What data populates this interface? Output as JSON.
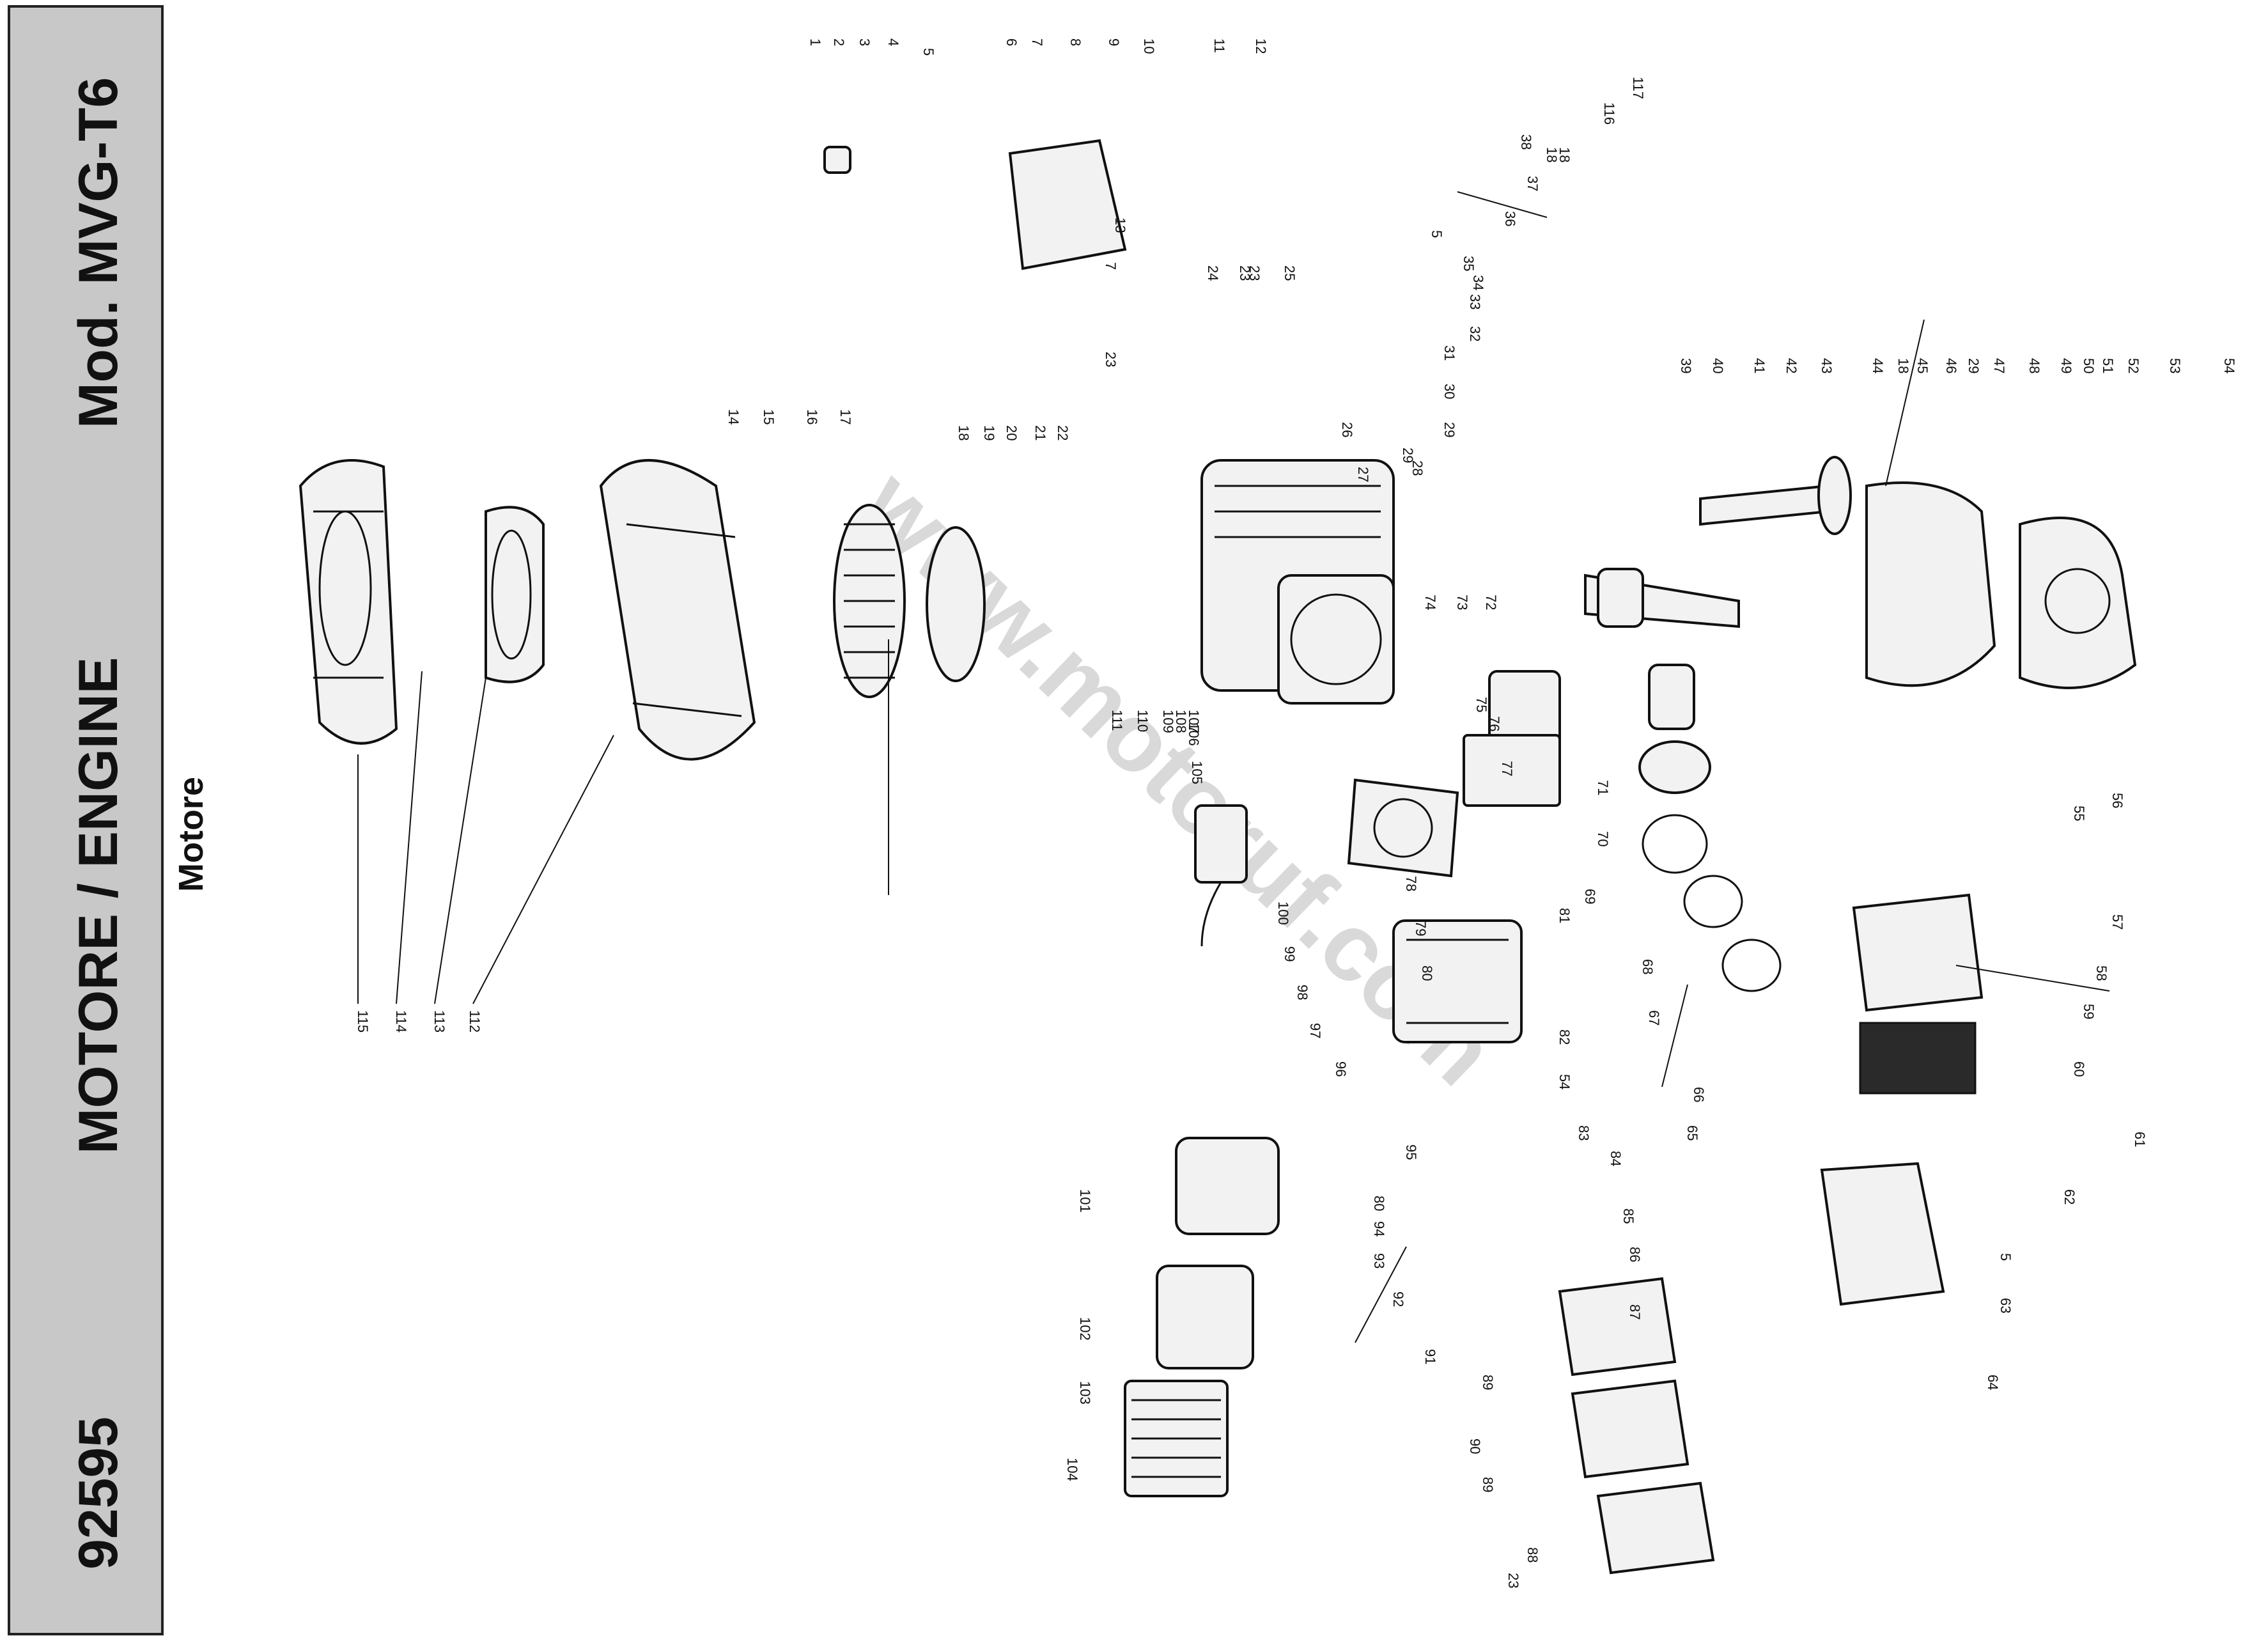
{
  "header": {
    "code": "92595",
    "title": "MOTORE / ENGINE",
    "model": "Mod. MVG-T6",
    "subtitle": "Motore"
  },
  "watermark": "www.motoruf.com",
  "colors": {
    "band": "#c8c8c8",
    "ink": "#111111",
    "watermark": "#d0d0d0"
  },
  "callouts": [
    "1",
    "2",
    "3",
    "4",
    "5",
    "6",
    "7",
    "8",
    "9",
    "10",
    "11",
    "12",
    "13",
    "7",
    "14",
    "15",
    "16",
    "17",
    "18",
    "19",
    "20",
    "21",
    "22",
    "23",
    "23",
    "24",
    "23",
    "25",
    "5",
    "18",
    "26",
    "27",
    "28",
    "29",
    "29",
    "30",
    "31",
    "32",
    "33",
    "34",
    "35",
    "36",
    "37",
    "38",
    "18",
    "116",
    "117",
    "39",
    "40",
    "41",
    "42",
    "43",
    "44",
    "18",
    "45",
    "46",
    "29",
    "47",
    "48",
    "49",
    "50",
    "51",
    "52",
    "53",
    "54",
    "55",
    "56",
    "57",
    "58",
    "59",
    "60",
    "61",
    "62",
    "5",
    "63",
    "64",
    "65",
    "66",
    "67",
    "68",
    "69",
    "70",
    "71",
    "72",
    "73",
    "74",
    "75",
    "76",
    "77",
    "78",
    "79",
    "80",
    "81",
    "82",
    "54",
    "83",
    "84",
    "85",
    "86",
    "87",
    "88",
    "89",
    "90",
    "89",
    "91",
    "92",
    "93",
    "94",
    "80",
    "95",
    "96",
    "97",
    "98",
    "99",
    "100",
    "101",
    "102",
    "103",
    "104",
    "105",
    "106",
    "107",
    "108",
    "109",
    "110",
    "111",
    "112",
    "113",
    "114",
    "115",
    "23"
  ]
}
